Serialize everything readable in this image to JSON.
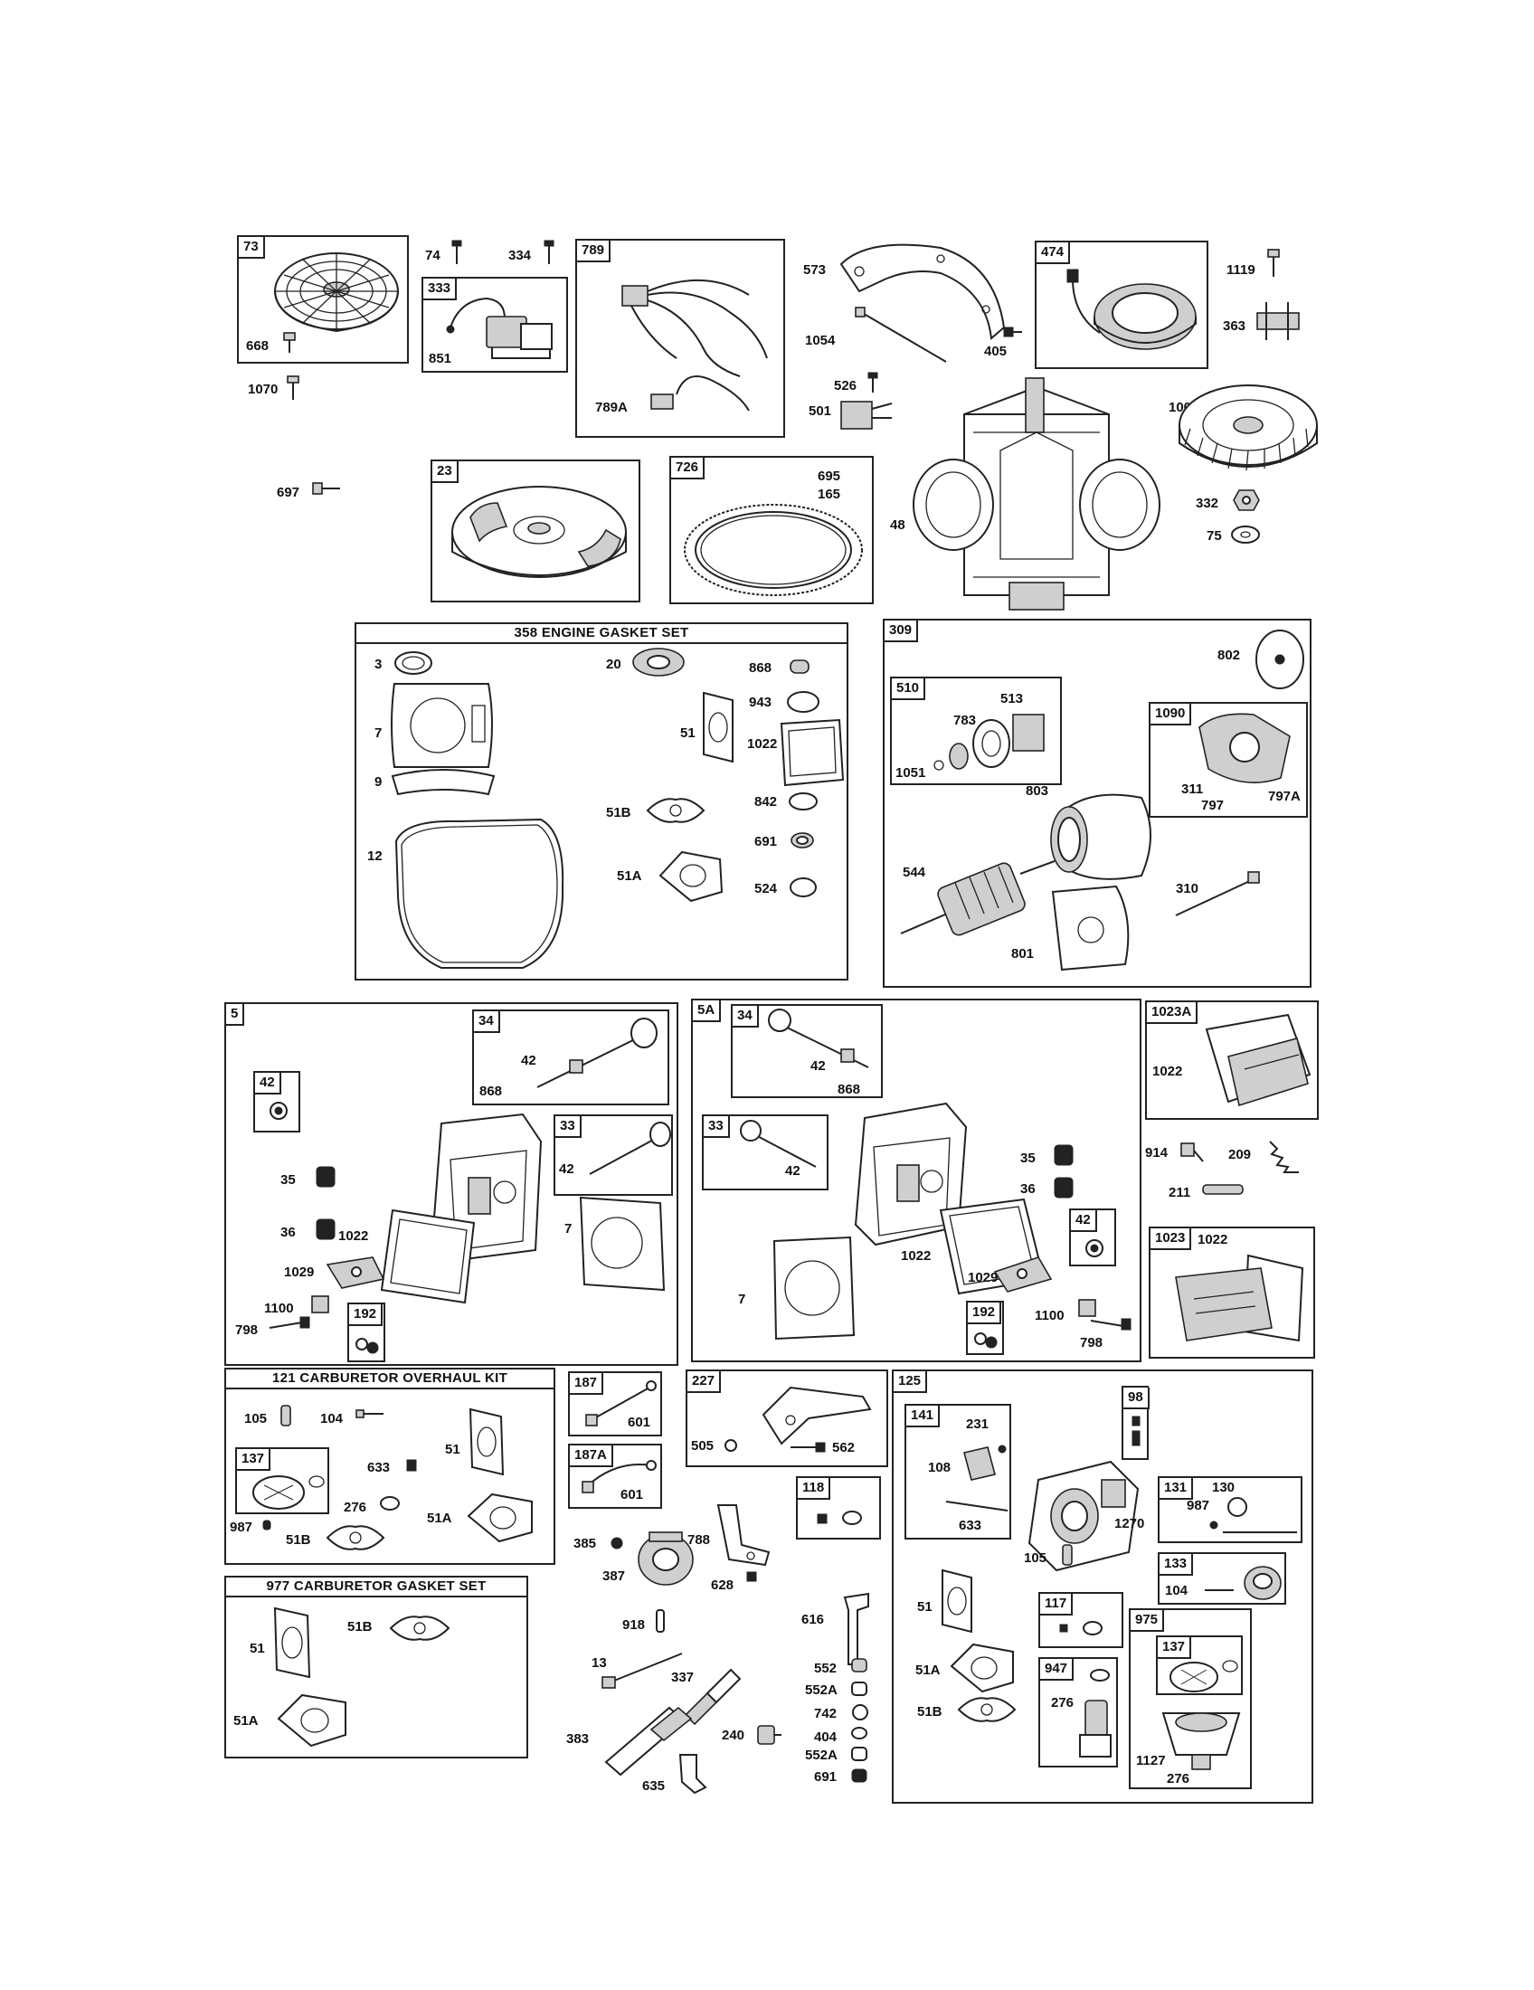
{
  "kits": {
    "engine_gasket_set": "358 ENGINE GASKET SET",
    "carburetor_overhaul_kit": "121 CARBURETOR OVERHAUL KIT",
    "carburetor_gasket_set": "977 CARBURETOR GASKET SET"
  },
  "parts": {
    "p3": "3",
    "p5": "5",
    "p5A": "5A",
    "p7": "7",
    "p9": "9",
    "p12": "12",
    "p13": "13",
    "p20": "20",
    "p23": "23",
    "p33": "33",
    "p34": "34",
    "p35": "35",
    "p36": "36",
    "p42": "42",
    "p48": "48",
    "p51": "51",
    "p51A": "51A",
    "p51B": "51B",
    "p73": "73",
    "p74": "74",
    "p75": "75",
    "p98": "98",
    "p104": "104",
    "p105": "105",
    "p108": "108",
    "p117": "117",
    "p118": "118",
    "p125": "125",
    "p130": "130",
    "p131": "131",
    "p133": "133",
    "p137": "137",
    "p141": "141",
    "p165": "165",
    "p187": "187",
    "p187A": "187A",
    "p192": "192",
    "p209": "209",
    "p211": "211",
    "p227": "227",
    "p231": "231",
    "p240": "240",
    "p276": "276",
    "p309": "309",
    "p310": "310",
    "p311": "311",
    "p332": "332",
    "p333": "333",
    "p334": "334",
    "p337": "337",
    "p363": "363",
    "p383": "383",
    "p385": "385",
    "p387": "387",
    "p404": "404",
    "p405": "405",
    "p474": "474",
    "p501": "501",
    "p505": "505",
    "p510": "510",
    "p513": "513",
    "p524": "524",
    "p526": "526",
    "p544": "544",
    "p552": "552",
    "p552A": "552A",
    "p562": "562",
    "p573": "573",
    "p601": "601",
    "p616": "616",
    "p628": "628",
    "p633": "633",
    "p635": "635",
    "p668": "668",
    "p691": "691",
    "p695": "695",
    "p697": "697",
    "p726": "726",
    "p742": "742",
    "p783": "783",
    "p788": "788",
    "p789": "789",
    "p789A": "789A",
    "p797": "797",
    "p797A": "797A",
    "p798": "798",
    "p801": "801",
    "p802": "802",
    "p803": "803",
    "p842": "842",
    "p851": "851",
    "p868": "868",
    "p914": "914",
    "p918": "918",
    "p943": "943",
    "p947": "947",
    "p975": "975",
    "p987": "987",
    "p1005": "1005",
    "p1022": "1022",
    "p1023": "1023",
    "p1023A": "1023A",
    "p1029": "1029",
    "p1051": "1051",
    "p1054": "1054",
    "p1070": "1070",
    "p1090": "1090",
    "p1100": "1100",
    "p1119": "1119",
    "p1127": "1127",
    "p1270": "1270"
  },
  "icons": [
    "flywheel-screen-icon",
    "ignition-armature-icon",
    "wire-harness-icon",
    "alternator-stator-icon",
    "cooling-fan-icon",
    "cylinder-block-icon",
    "flywheel-icon",
    "ring-gear-icon",
    "starter-motor-icon",
    "cylinder-head-icon",
    "valve-icon",
    "rocker-cover-icon",
    "carburetor-icon",
    "spark-plug-icon",
    "gasket-icon"
  ]
}
